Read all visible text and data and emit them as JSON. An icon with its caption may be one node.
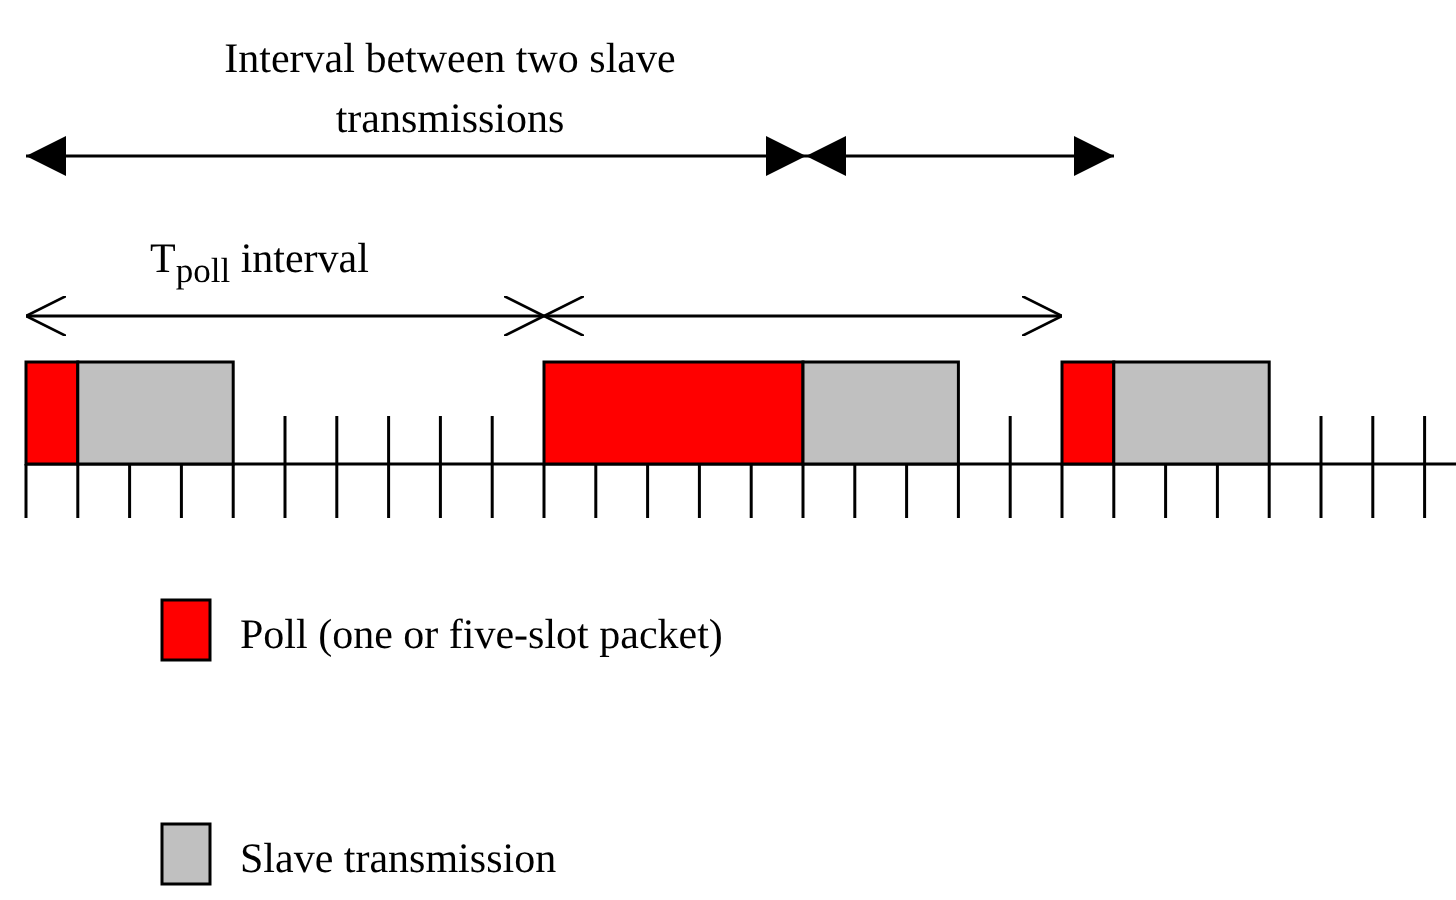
{
  "diagram": {
    "labels": [
      "Interval between two slave transmissions",
      "T$_{poll}$ interval"
    ],
    "legend": [
      {
        "text": "Poll (one or five-slot packet)",
        "color": "#ff0000"
      },
      {
        "text": "Slave transmission",
        "color": "#c0c0c0"
      }
    ]
  }
}
